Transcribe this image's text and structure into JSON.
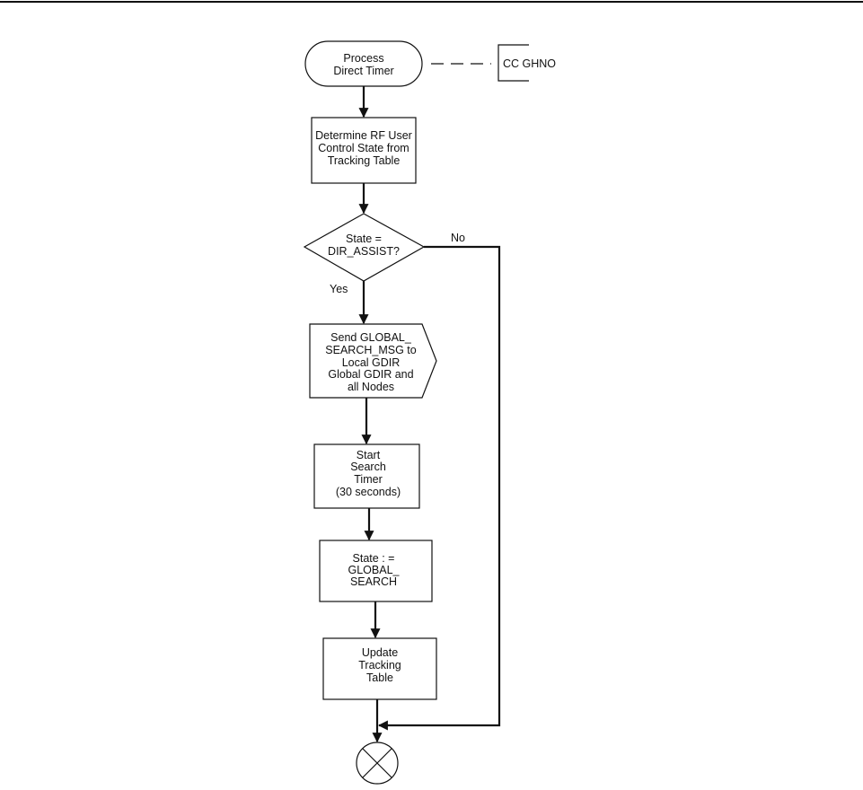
{
  "diagram": {
    "start": {
      "line1": "Process",
      "line2": "Direct Timer"
    },
    "annotation": {
      "label": "CC GHNO"
    },
    "step_determine": {
      "line1": "Determine RF User",
      "line2": "Control State from",
      "line3": "Tracking Table"
    },
    "decision": {
      "line1": "State =",
      "line2": "DIR_ASSIST?"
    },
    "branch_no": "No",
    "branch_yes": "Yes",
    "send": {
      "line1": "Send GLOBAL_",
      "line2": "SEARCH_MSG to",
      "line3": "Local GDIR",
      "line4": "Global GDIR and",
      "line5": "all Nodes"
    },
    "start_timer": {
      "line1": "Start",
      "line2": "Search",
      "line3": "Timer",
      "line4": "(30 seconds)"
    },
    "set_state": {
      "line1": "State : =",
      "line2": "GLOBAL_",
      "line3": "SEARCH"
    },
    "update": {
      "line1": "Update",
      "line2": "Tracking",
      "line3": "Table"
    },
    "end_symbol": "crossed-circle-terminator"
  }
}
